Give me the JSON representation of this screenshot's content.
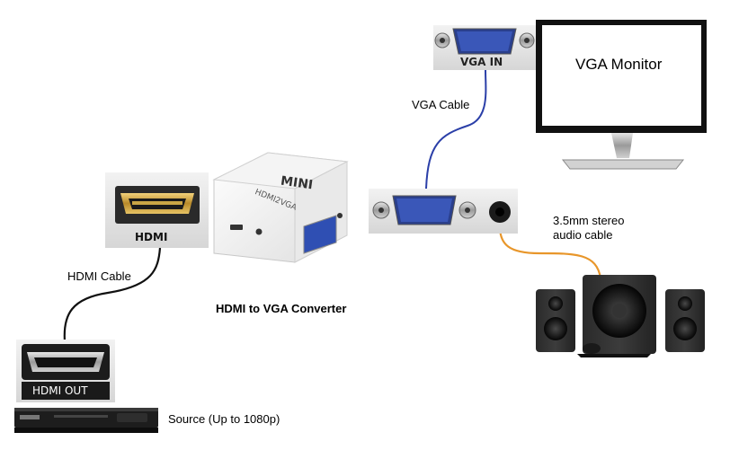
{
  "labels": {
    "hdmi_port": "HDMI",
    "hdmi_cable": "HDMI Cable",
    "hdmi_out": "HDMI OUT",
    "source": "Source (Up to 1080p)",
    "converter": "HDMI to VGA Converter",
    "vga_cable": "VGA Cable",
    "vga_in": "VGA IN",
    "vga_monitor": "VGA Monitor",
    "audio_cable_line1": "3.5mm stereo",
    "audio_cable_line2": "audio cable"
  },
  "converter_markings": {
    "mini": "MINI",
    "model": "HDMI2VGA"
  },
  "colors": {
    "vga_cable": "#2b3fa8",
    "audio_cable": "#e8962a",
    "hdmi_cable": "#111111",
    "vga_connector": "#3a57b8"
  }
}
